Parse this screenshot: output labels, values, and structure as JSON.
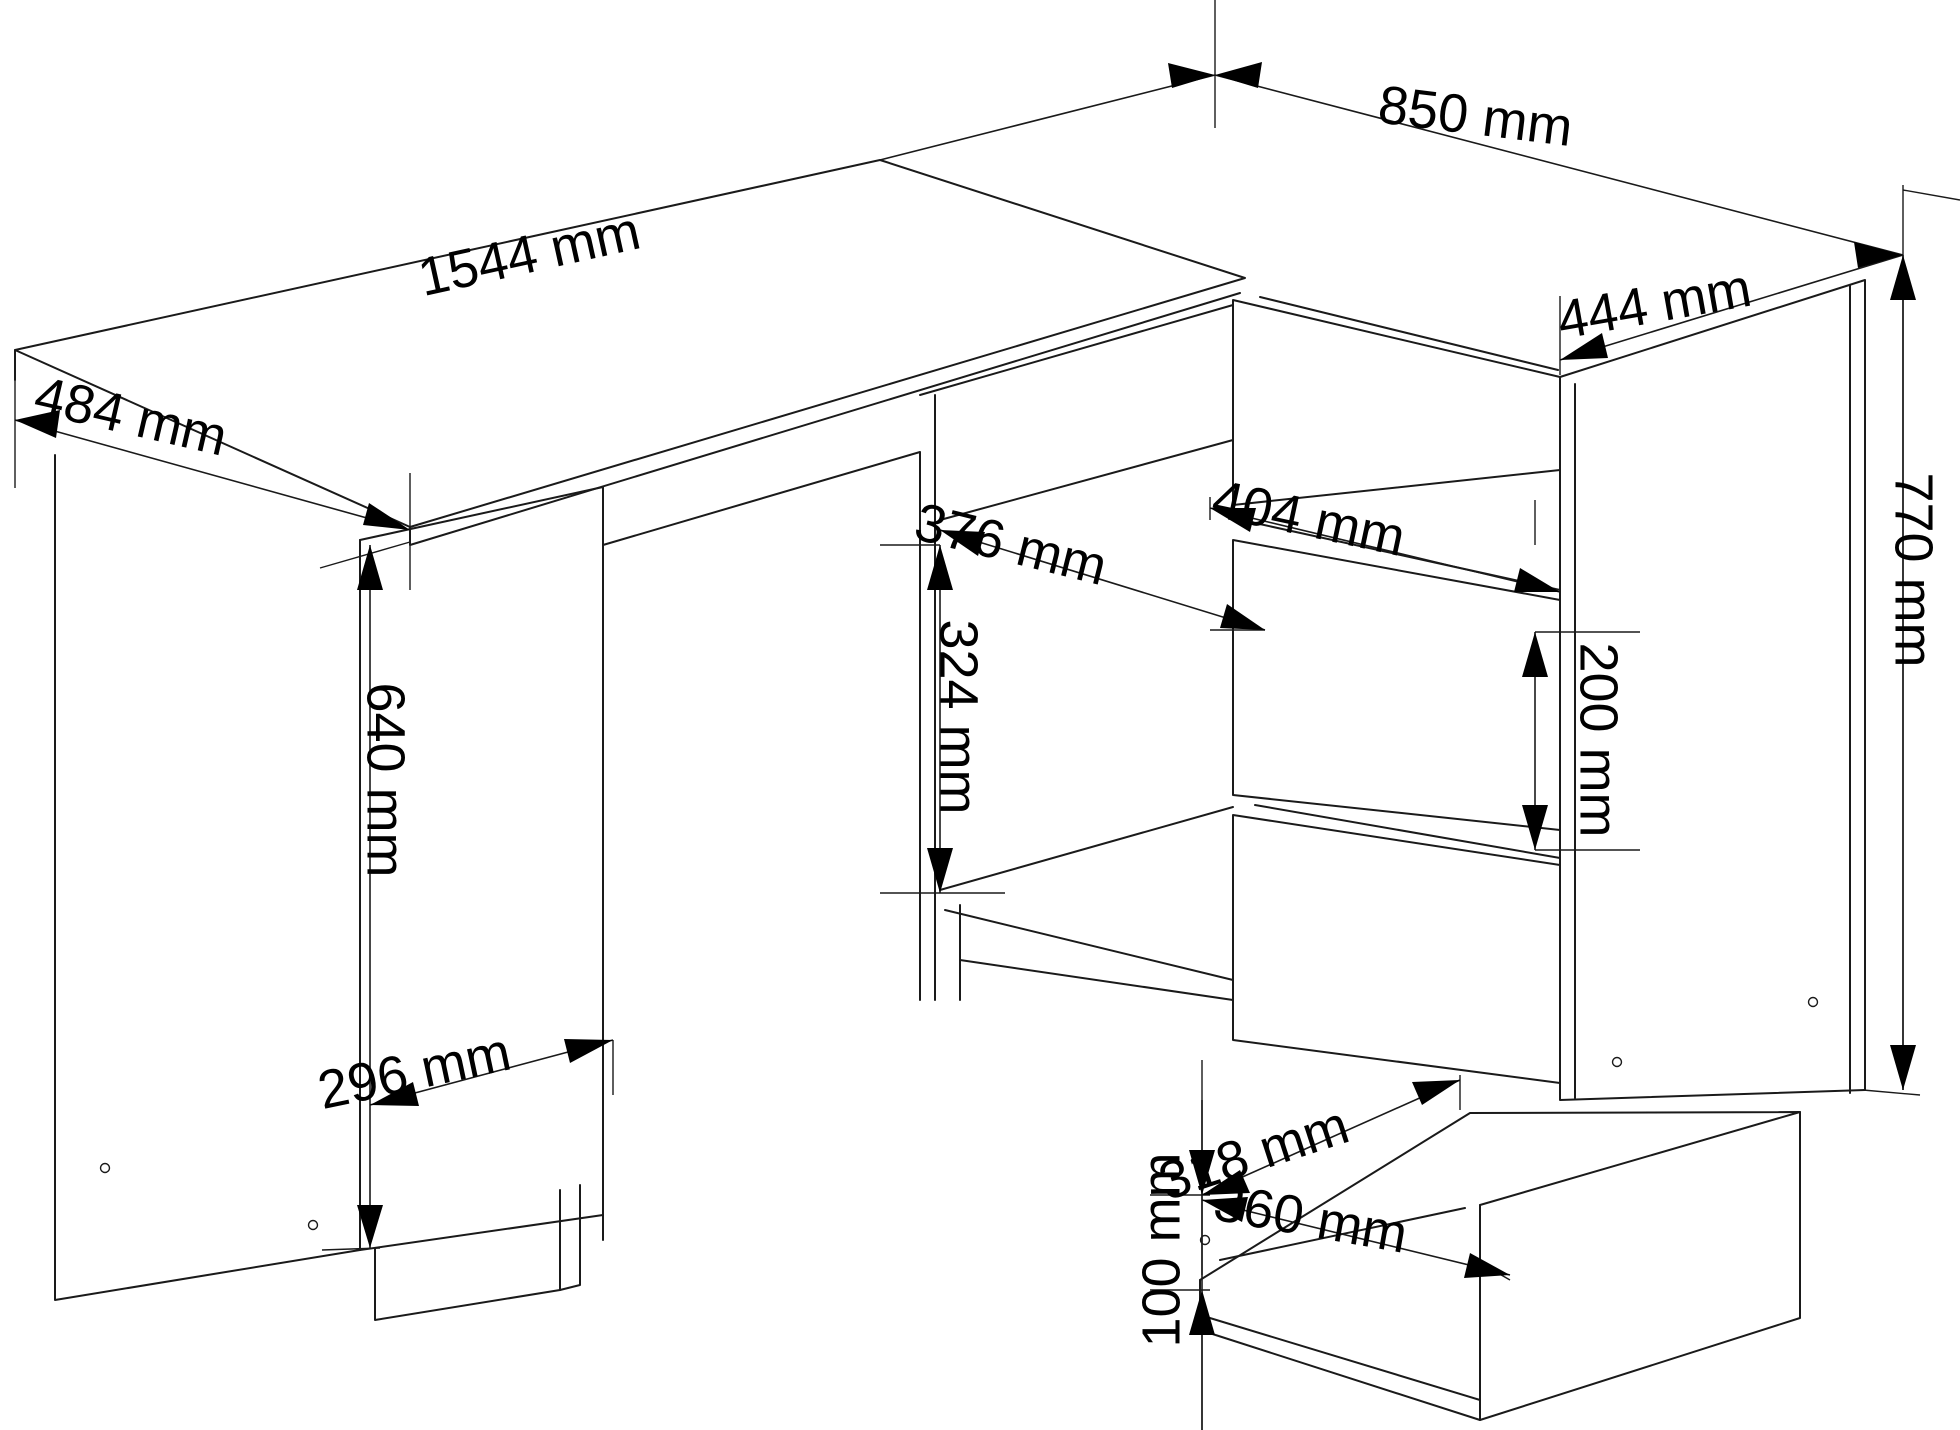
{
  "dimensions": {
    "total_width": "1544 mm",
    "return_length": "850 mm",
    "left_depth": "484 mm",
    "cabinet_depth": "444 mm",
    "height": "770 mm",
    "left_cabinet_height": "640 mm",
    "left_cabinet_width": "296 mm",
    "shelf_depth": "376 mm",
    "shelf_height": "324 mm",
    "drawer_front_width": "404 mm",
    "drawer_front_height": "200 mm",
    "drawer_inner_width": "318 mm",
    "drawer_inner_depth": "360 mm",
    "drawer_inner_height": "100 mm"
  },
  "colors": {
    "line": "#1a1a1a",
    "background": "#ffffff"
  }
}
